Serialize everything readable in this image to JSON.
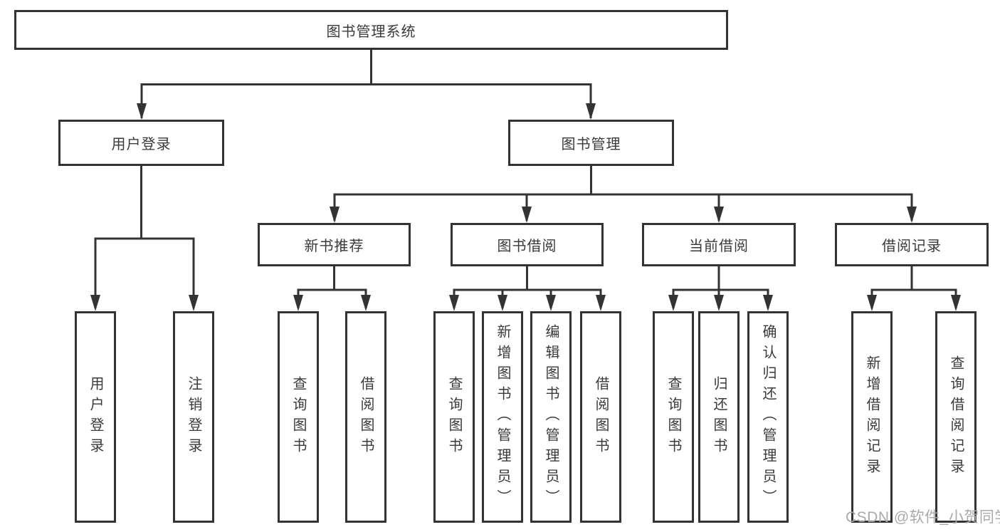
{
  "diagram": {
    "root": {
      "label": "图书管理系统"
    },
    "branches": [
      {
        "label": "用户登录",
        "children": [
          {
            "label": "用户登录"
          },
          {
            "label": "注销登录"
          }
        ]
      },
      {
        "label": "图书管理",
        "groups": [
          {
            "label": "新书推荐",
            "children": [
              {
                "label": "查询图书"
              },
              {
                "label": "借阅图书"
              }
            ]
          },
          {
            "label": "图书借阅",
            "children": [
              {
                "label": "查询图书"
              },
              {
                "label": "新增图书（管理员）"
              },
              {
                "label": "编辑图书（管理员）"
              },
              {
                "label": "借阅图书"
              }
            ]
          },
          {
            "label": "当前借阅",
            "children": [
              {
                "label": "查询图书"
              },
              {
                "label": "归还图书"
              },
              {
                "label": "确认归还（管理员）"
              }
            ]
          },
          {
            "label": "借阅记录",
            "children": [
              {
                "label": "新增借阅记录"
              },
              {
                "label": "查询借阅记录"
              }
            ]
          }
        ]
      }
    ]
  },
  "watermark": {
    "text": "CSDN @软件_小贺同学"
  },
  "colors": {
    "line": "#333333",
    "text": "#3a3a3a",
    "box_background": "#ffffff",
    "background": "#ffffff",
    "watermark": "#a9a9a9"
  }
}
